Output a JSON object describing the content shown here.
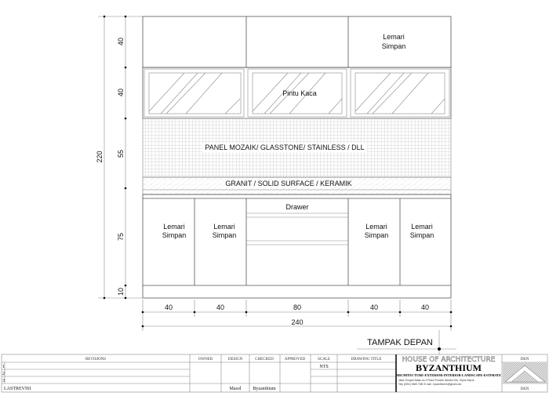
{
  "drawing": {
    "labels": {
      "upper_right": [
        "Lemari",
        "Simpan"
      ],
      "glass": "Pintu Kaca",
      "mosaic": "PANEL MOZAIK/ GLASSTONE/ STAINLESS / DLL",
      "granite": "GRANIT / SOLID SURFACE / KERAMIK",
      "drawer": "Drawer",
      "base": [
        "Lemari",
        "Simpan"
      ]
    },
    "dims_vertical": {
      "total": "220",
      "parts": [
        "40",
        "40",
        "55",
        "75",
        "10"
      ]
    },
    "dims_horizontal": {
      "total": "240",
      "parts": [
        "40",
        "40",
        "80",
        "40",
        "40"
      ]
    },
    "view_title": "TAMPAK DEPAN"
  },
  "title_block": {
    "revisions": "REVISIONS",
    "rows": [
      "1",
      "2",
      "3"
    ],
    "last_revision": "LASTREVISI",
    "owner": "OWNER",
    "design": "DESIGN",
    "checked": "CHECKED",
    "approved": "APPROVED",
    "scale": "SCALE",
    "scale_value": "NTS",
    "drawing_title": "DRAWING TITLE",
    "design_value": "Masol",
    "checked_value": "Byzanthium",
    "firm_header": "HOUSE OF ARCHITECTURE",
    "firm_name": "BYZANTHIUM",
    "firm_services": "ARCHITECTURE-EXTERIOR-INTERIOR-LANDSCAPE-ESTIMATE",
    "firm_address": "Jalan Teruyan Batan no.4 Pesuri Pondok Serdam   Kec. Tepos Depok",
    "firm_contact": "Telp    (0251) 0845 7080  E-mail  : byzanthium1@gmail.com",
    "logo_label_top": "DKN",
    "logo_label_bottom": "DKN"
  }
}
